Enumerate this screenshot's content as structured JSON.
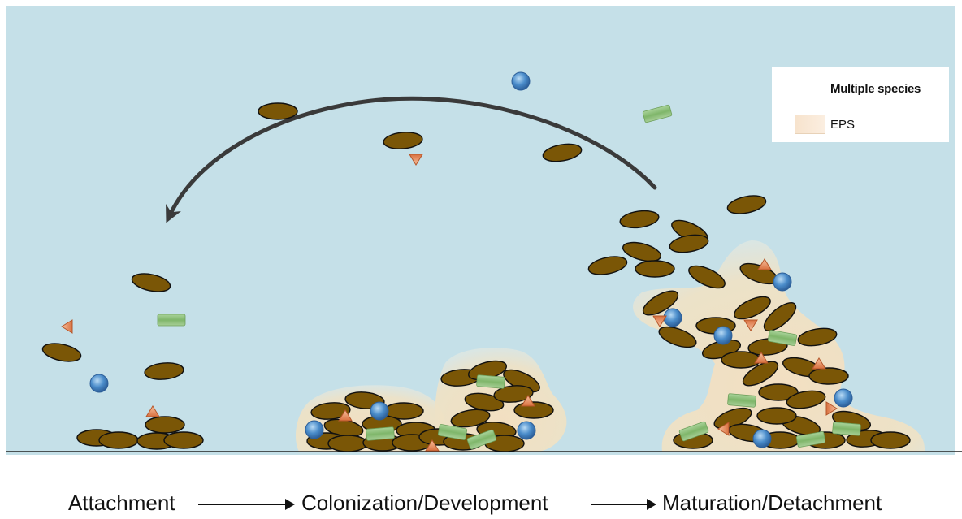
{
  "legend": {
    "species_label": "Multiple species",
    "eps_label": "EPS"
  },
  "stages": {
    "attachment": "Attachment",
    "colonization": "Colonization/Development",
    "maturation": "Maturation/Detachment"
  },
  "colors": {
    "background": "#c5e0e8",
    "bacterium_rod": "#7a5606",
    "coccus": "#3f7fc0",
    "filament": "#8cc07a",
    "triangle": "#e38a5c",
    "eps": "#f6e2c6",
    "arrow": "#3a3a3a"
  }
}
